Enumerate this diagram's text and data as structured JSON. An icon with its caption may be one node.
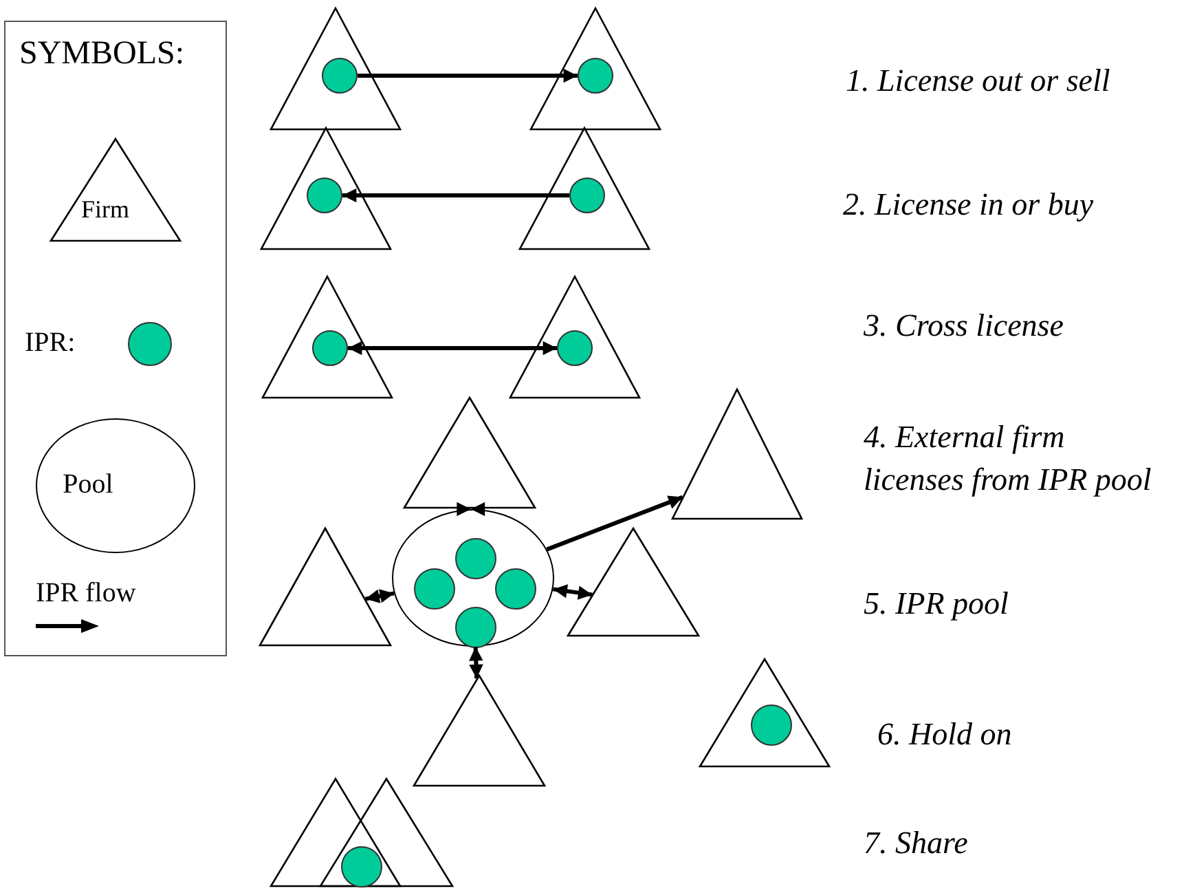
{
  "diagram": {
    "nodes": [
      {
        "text": [],
        "shape": "triangle"
      },
      {
        "text": [],
        "shape": "circle",
        "in": 0
      },
      {
        "text": [],
        "shape": "triangle"
      },
      {
        "text": [],
        "shape": "circle",
        "in": 2
      },
      {
        "text": [],
        "shape": "triangle"
      },
      {
        "text": [],
        "shape": "circle",
        "in": 4
      },
      {
        "text": [],
        "shape": "triangle"
      },
      {
        "text": [],
        "shape": "circle",
        "in": 6
      },
      {
        "text": [],
        "shape": "triangle"
      },
      {
        "text": [],
        "shape": "circle",
        "in": 8
      },
      {
        "text": [],
        "shape": "triangle"
      },
      {
        "text": [],
        "shape": "circle",
        "in": 10
      },
      {
        "text": [],
        "shape": "triangle"
      },
      {
        "text": [],
        "shape": "triangle"
      },
      {
        "text": [],
        "shape": "triangle"
      },
      {
        "text": [],
        "shape": "ellipse"
      },
      {
        "text": [],
        "shape": "circle",
        "in": 15
      },
      {
        "text": [],
        "shape": "circle",
        "in": 15
      },
      {
        "text": [],
        "shape": "circle",
        "in": 15
      },
      {
        "text": [],
        "shape": "circle",
        "in": 15
      },
      {
        "text": [],
        "shape": "triangle"
      },
      {
        "text": [],
        "shape": "triangle"
      },
      {
        "text": [],
        "shape": "triangle"
      },
      {
        "text": [],
        "shape": "circle",
        "in": 22
      },
      {
        "text": [],
        "shape": "triangle"
      },
      {
        "text": [],
        "shape": "triangle"
      },
      {
        "text": [],
        "shape": "circle"
      }
    ],
    "edges": [
      {
        "from": 1,
        "to": 3,
        "arrow": "to"
      },
      {
        "from": 7,
        "to": 5,
        "arrow": "to"
      },
      {
        "from": 9,
        "to": 11,
        "arrow": "both"
      },
      {
        "from": 15,
        "to": 12,
        "arrow": "both"
      },
      {
        "from": 15,
        "to": 13,
        "arrow": "to"
      },
      {
        "from": 15,
        "to": 14,
        "arrow": "both"
      },
      {
        "from": 15,
        "to": 20,
        "arrow": "both"
      },
      {
        "from": 15,
        "to": 21,
        "arrow": "both"
      }
    ],
    "labels": [
      "SYMBOLS:",
      "1. License out or sell",
      "2. License in or buy",
      "3. Cross license",
      "4. External firm licenses from IPR pool",
      "5. IPR pool",
      "6. Hold on",
      "7. Share"
    ],
    "legend": [
      {
        "text": "Firm"
      },
      {
        "text": "IPR:"
      },
      {
        "text": "Pool"
      },
      {
        "text": "IPR flow"
      }
    ]
  }
}
